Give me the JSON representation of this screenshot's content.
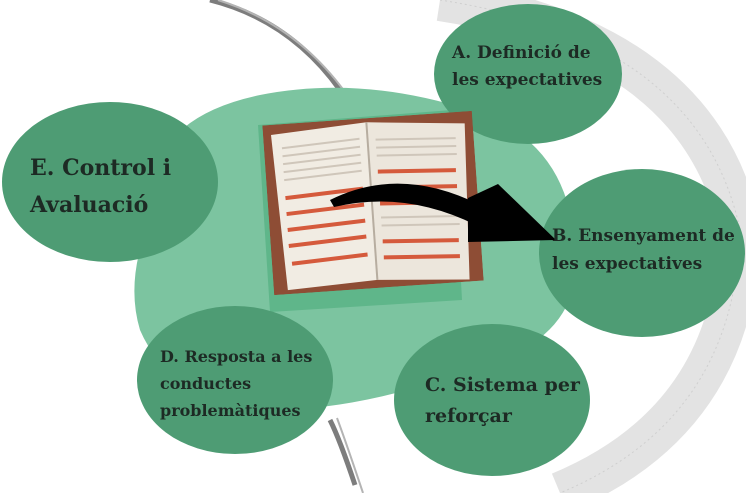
{
  "diagram": {
    "nodes": {
      "a": {
        "label_line1": "A. Definició de",
        "label_line2": "les expectatives"
      },
      "b": {
        "label_line1": "B. Ensenyament de",
        "label_line2": "les expectatives"
      },
      "c": {
        "label_line1": "C. Sistema per",
        "label_line2": "reforçar"
      },
      "d": {
        "label_line1": "D. Resposta a les",
        "label_line2": "conductes",
        "label_line3": "problemàtiques"
      },
      "e": {
        "label_line1": "E. Control i",
        "label_line2": "Avaluació"
      }
    },
    "colors": {
      "bubble": "#4e9c74",
      "bubble_dark": "#3f8a63",
      "blob": "#7cc4a0",
      "square": "#5fb68a",
      "arrow": "#000000"
    }
  }
}
